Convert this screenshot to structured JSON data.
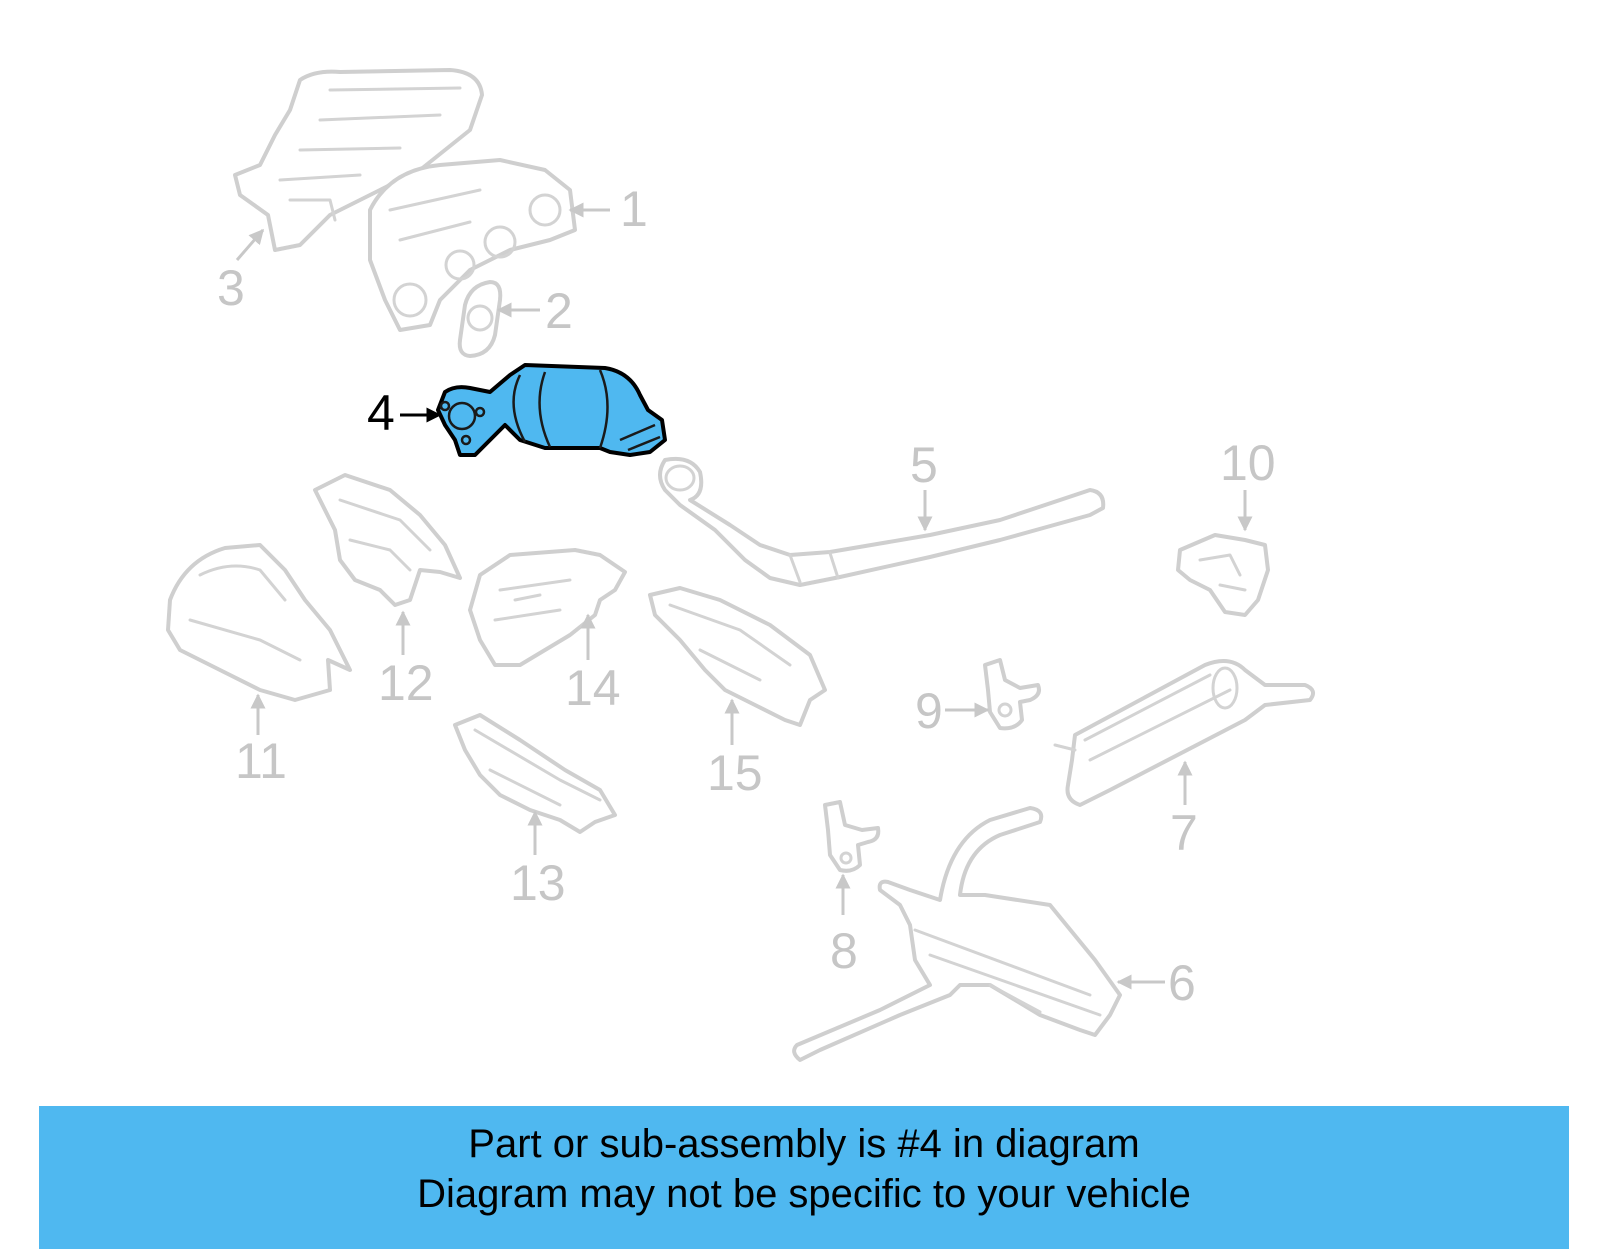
{
  "diagram": {
    "highlight_color": "#4fb8f0",
    "faded_color": "#cfcfcf",
    "selected_part": "4",
    "callouts": [
      "1",
      "2",
      "3",
      "4",
      "5",
      "6",
      "7",
      "8",
      "9",
      "10",
      "11",
      "12",
      "13",
      "14",
      "15"
    ]
  },
  "banner": {
    "line1": "Part or sub-assembly is #4 in diagram",
    "line2": "Diagram may not be specific to your vehicle",
    "background": "#4fb8f0"
  }
}
